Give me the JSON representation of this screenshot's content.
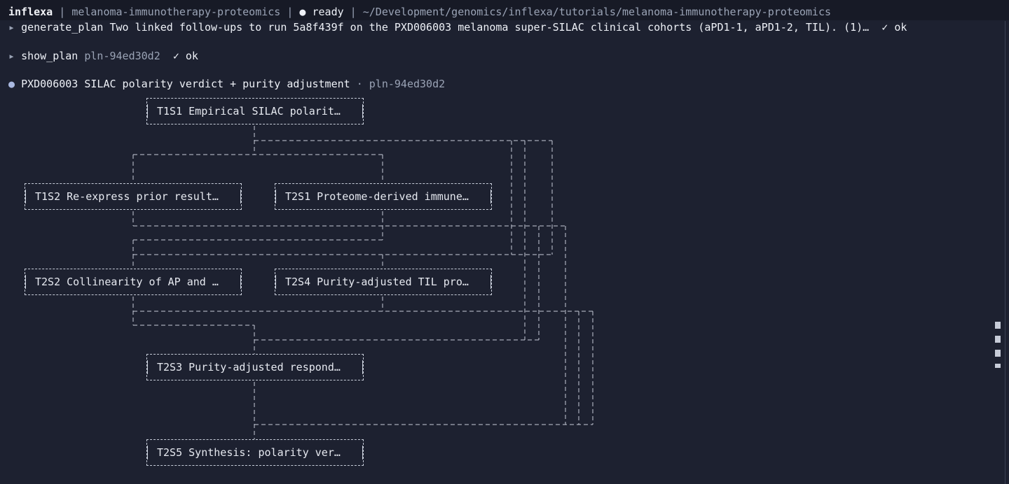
{
  "status_bar": {
    "app": "inflexa",
    "sep1": " | ",
    "project": "melanoma-immunotherapy-proteomics",
    "sep2": " | ",
    "status_dot": "●",
    "status": " ready",
    "sep3": " | ",
    "path": "~/Development/genomics/inflexa/tutorials/melanoma-immunotherapy-proteomics"
  },
  "log": [
    {
      "marker": "▸",
      "tool": "generate_plan",
      "detail": "Two linked follow-ups to run 5a8f439f on the PXD006003 melanoma super-SILAC clinical cohorts (aPD1-1, aPD1-2, TIL). (1)…",
      "result": "✓ ok"
    },
    {
      "marker": "▸",
      "tool": "show_plan",
      "detail": "pln-94ed30d2",
      "result": "✓ ok"
    }
  ],
  "plan": {
    "marker": "●",
    "title": "PXD006003 SILAC polarity verdict + purity adjustment",
    "sep": " · ",
    "id": "pln-94ed30d2"
  },
  "nodes": {
    "t1s1": "T1S1 Empirical SILAC polarit…",
    "t1s2": "T1S2 Re-express prior result…",
    "t2s1": "T2S1 Proteome-derived immune…",
    "t2s2": "T2S2 Collinearity of AP and …",
    "t2s4": "T2S4 Purity-adjusted TIL pro…",
    "t2s3": "T2S3 Purity-adjusted respond…",
    "t2s5": "T2S5 Synthesis: polarity ver…"
  },
  "colors": {
    "background": "#1d2130",
    "topbar": "#171a26",
    "text": "#d6dbe6",
    "dim": "#9aa3b5",
    "line": "#c6ccd8"
  }
}
